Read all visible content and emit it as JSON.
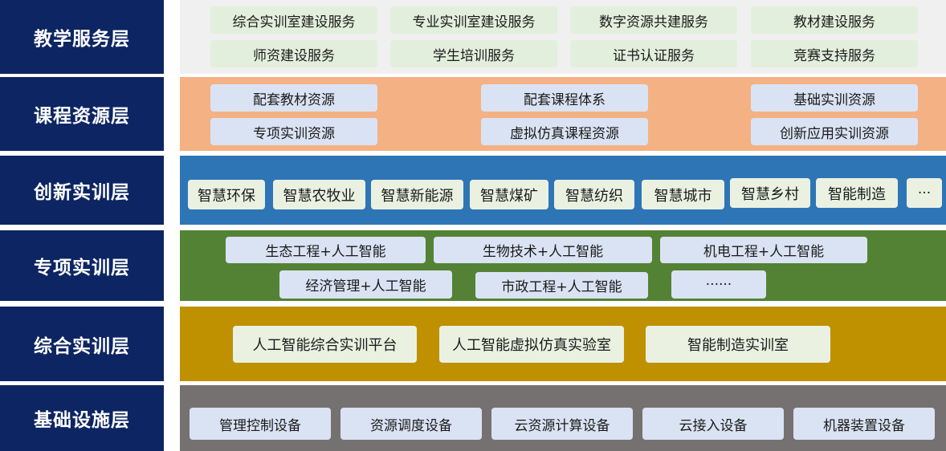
{
  "colors": {
    "label_bg": "#0d2562",
    "teaching_band": "#f0f0f0",
    "course_band": "#f4b183",
    "innovation_band": "#2e75b6",
    "special_band": "#548235",
    "comprehensive_band": "#bf9000",
    "infra_band": "#767171"
  },
  "layers": {
    "teaching": {
      "label": "教学服务层",
      "items": [
        "综合实训室建设服务",
        "专业实训室建设服务",
        "数字资源共建服务",
        "教材建设服务",
        "师资建设服务",
        "学生培训服务",
        "证书认证服务",
        "竞赛支持服务"
      ]
    },
    "course": {
      "label": "课程资源层",
      "items": [
        "配套教材资源",
        "配套课程体系",
        "基础实训资源",
        "专项实训资源",
        "虚拟仿真课程资源",
        "创新应用实训资源"
      ]
    },
    "innovation": {
      "label": "创新实训层",
      "items": [
        "智慧环保",
        "智慧农牧业",
        "智慧新能源",
        "智慧煤矿",
        "智慧纺织",
        "智慧城市",
        "智慧乡村",
        "智能制造",
        "···"
      ]
    },
    "special": {
      "label": "专项实训层",
      "items": [
        "生态工程+人工智能",
        "生物技术+人工智能",
        "机电工程+人工智能",
        "经济管理+人工智能",
        "市政工程+人工智能",
        "······"
      ]
    },
    "comprehensive": {
      "label": "综合实训层",
      "items": [
        "人工智能综合实训平台",
        "人工智能虚拟仿真实验室",
        "智能制造实训室"
      ]
    },
    "infra": {
      "label": "基础设施层",
      "items": [
        "管理控制设备",
        "资源调度设备",
        "云资源计算设备",
        "云接入设备",
        "机器装置设备"
      ]
    }
  }
}
